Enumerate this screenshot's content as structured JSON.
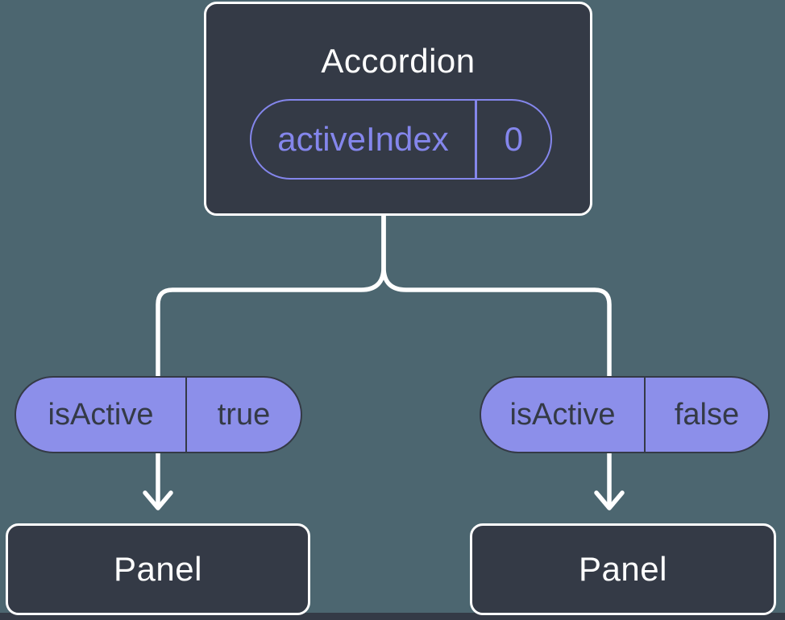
{
  "colors": {
    "background": "#4C6670",
    "node_fill": "#343A46",
    "node_border": "#FFFFFF",
    "accent_purple": "#8486EC",
    "pill_fill": "#8C8FEA",
    "pill_text": "#343A46",
    "connector": "#FFFFFF"
  },
  "tree": {
    "root": {
      "title": "Accordion",
      "state": {
        "label": "activeIndex",
        "value": "0"
      }
    },
    "children": [
      {
        "state": {
          "label": "isActive",
          "value": "true"
        },
        "panel": {
          "title": "Panel"
        }
      },
      {
        "state": {
          "label": "isActive",
          "value": "false"
        },
        "panel": {
          "title": "Panel"
        }
      }
    ]
  }
}
